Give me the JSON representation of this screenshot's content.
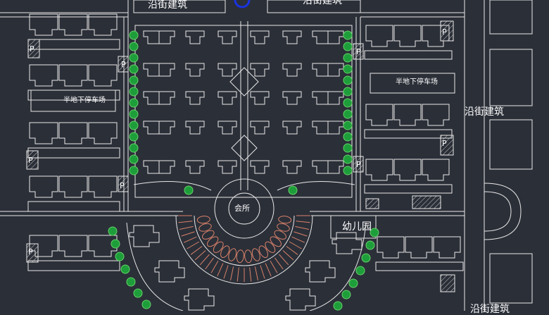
{
  "plan": {
    "labels": {
      "street_building": "沿街建筑",
      "underground_parking": "半地下停车场",
      "clubhouse": "会所",
      "kindergarten": "幼儿园",
      "parking_mark": "P"
    }
  },
  "colors": {
    "background": "#2b2f38",
    "lines": "#e8e8e8",
    "trees": "#1e9e3a",
    "tree_outline": "#66d06a",
    "plaza_pattern": "#d9826a",
    "hatch": "#cfcfcf",
    "fountain": "#1a33e0"
  }
}
